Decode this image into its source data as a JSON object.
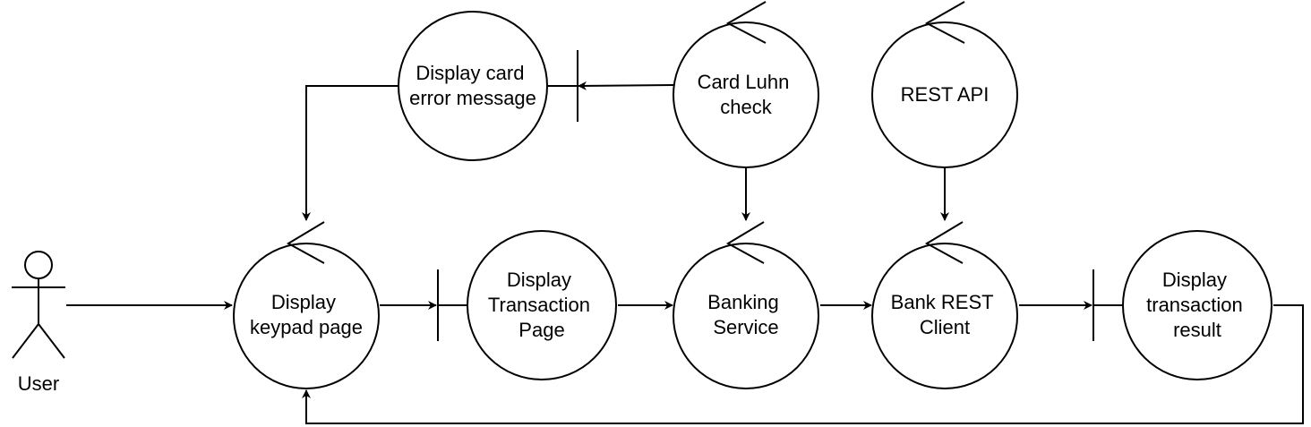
{
  "diagram": {
    "actor": {
      "label": "User"
    },
    "nodes": {
      "card_error": [
        "Display card",
        "error message"
      ],
      "luhn": [
        "Card Luhn",
        "check"
      ],
      "rest_api": [
        "REST API"
      ],
      "keypad": [
        "Display",
        "keypad page"
      ],
      "transaction_page": [
        "Display",
        "Transaction",
        "Page"
      ],
      "banking_service": [
        "Banking",
        "Service"
      ],
      "rest_client": [
        "Bank REST",
        "Client"
      ],
      "result": [
        "Display",
        "transaction",
        "result"
      ]
    }
  }
}
